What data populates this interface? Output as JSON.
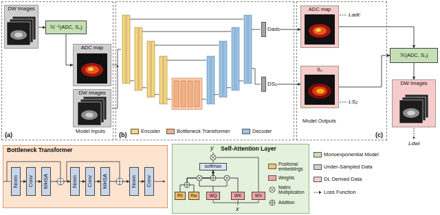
{
  "diagram": {
    "nodes": [
      {
        "text": [
          "(a)"
        ]
      },
      {
        "text": [
          "DW Images"
        ],
        "in": 0
      },
      {
        "text": [
          "ℳ⁻¹(ADC, S₀)"
        ],
        "in": 0
      },
      {
        "text": [
          "ADC map"
        ],
        "in": 0
      },
      {
        "text": [
          "DW Images"
        ],
        "in": 0
      },
      {
        "text": [
          "(b)"
        ]
      },
      {
        "text": [
          "Dadc"
        ],
        "in": 5
      },
      {
        "text": [
          "DS₀"
        ],
        "in": 5
      },
      {
        "text": [
          "(c)"
        ]
      },
      {
        "text": [
          "ADC map"
        ],
        "in": 8
      },
      {
        "text": [
          "S₀"
        ],
        "in": 8
      },
      {
        "text": [
          "ℳ(ADC, S₀)"
        ]
      },
      {
        "text": [
          "DW Images"
        ]
      },
      {
        "text": [
          "Bottleneck Transformer"
        ]
      },
      {
        "text": [
          "Norm"
        ],
        "in": 13
      },
      {
        "text": [
          "Conv"
        ],
        "in": 13
      },
      {
        "text": [
          "MHSA"
        ],
        "in": 13
      },
      {
        "text": [
          "Norm"
        ],
        "in": 13
      },
      {
        "text": [
          "Conv"
        ],
        "in": 13
      },
      {
        "text": [
          "MHSA"
        ],
        "in": 13
      },
      {
        "text": [
          "Norm"
        ],
        "in": 13
      },
      {
        "text": [
          "Conv"
        ],
        "in": 13
      },
      {
        "text": [
          "Self-Attention Layer"
        ]
      },
      {
        "text": [
          "softmax"
        ],
        "in": 22
      },
      {
        "text": [
          "Rh"
        ],
        "in": 22
      },
      {
        "text": [
          "Rw"
        ],
        "in": 22
      },
      {
        "text": [
          "WQ"
        ],
        "in": 22
      },
      {
        "text": [
          "WK"
        ],
        "in": 22
      },
      {
        "text": [
          "WV"
        ],
        "in": 22
      }
    ],
    "edges": [
      {
        "from": 1,
        "to": 2,
        "arrow": "to"
      },
      {
        "from": 2,
        "to": 3,
        "arrow": "to"
      },
      {
        "from": 6,
        "to": 9,
        "arrow": "to"
      },
      {
        "from": 7,
        "to": 10,
        "arrow": "to"
      },
      {
        "from": 9,
        "to": 11,
        "arrow": "to"
      },
      {
        "from": 10,
        "to": 11,
        "arrow": "to"
      },
      {
        "from": 11,
        "to": 12,
        "arrow": "to"
      },
      {
        "from": 14,
        "to": 15,
        "arrow": "to"
      },
      {
        "from": 15,
        "to": 16,
        "arrow": "to"
      },
      {
        "from": 16,
        "to": 17,
        "arrow": "to"
      },
      {
        "from": 17,
        "to": 18,
        "arrow": "to"
      },
      {
        "from": 18,
        "to": 19,
        "arrow": "to"
      },
      {
        "from": 19,
        "to": 20,
        "arrow": "to"
      },
      {
        "from": 20,
        "to": 21,
        "arrow": "to"
      },
      {
        "from": 24,
        "to": 23,
        "arrow": "to"
      },
      {
        "from": 25,
        "to": 23,
        "arrow": "to"
      },
      {
        "from": 26,
        "to": 23,
        "arrow": "to"
      },
      {
        "from": 27,
        "to": 23,
        "arrow": "to"
      }
    ],
    "labels": [
      "Model Inputs",
      "Model Outputs",
      "Ladc",
      "LS₀",
      "Ldwi",
      "y",
      "x"
    ],
    "legend": [
      {
        "text": "Encoder",
        "color": "#f6d67f"
      },
      {
        "text": "Bottleneck Transformer",
        "color": "#f4b183"
      },
      {
        "text": "Decoder",
        "color": "#9dc3e6"
      },
      {
        "text": "Monoexponential Model",
        "color": "#c5e0b4"
      },
      {
        "text": "Under-Sampled Data",
        "color": "#d0cece"
      },
      {
        "text": "DL Derived Data",
        "color": "#f8cbcb"
      },
      {
        "text": "Loss Function"
      },
      {
        "text": "Positional embeddings",
        "color": "#f9c46b"
      },
      {
        "text": "Weights",
        "color": "#f2a7a7"
      },
      {
        "text": "Matrix Multiplication"
      },
      {
        "text": "Addition"
      }
    ]
  }
}
